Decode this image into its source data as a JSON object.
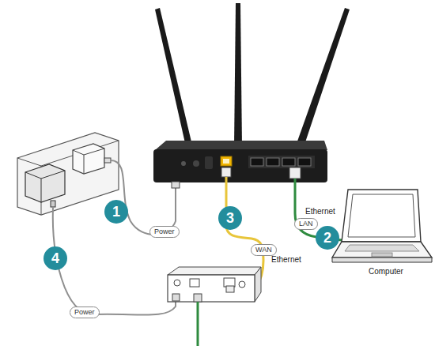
{
  "diagram": {
    "nodes": [
      {
        "text": [
          "1"
        ]
      },
      {
        "text": [
          "Power"
        ]
      },
      {
        "text": [
          "3"
        ]
      },
      {
        "text": [
          "WAN"
        ]
      },
      {
        "text": [
          "LAN"
        ]
      },
      {
        "text": [
          "2"
        ]
      },
      {
        "text": [
          "4"
        ]
      },
      {
        "text": [
          "Power"
        ]
      }
    ],
    "labels": [
      "Ethernet",
      "Ethernet",
      "Computer"
    ]
  }
}
